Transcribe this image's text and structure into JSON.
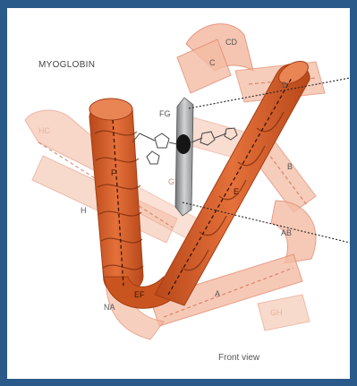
{
  "title": "MYOGLOBIN",
  "caption": "Front view",
  "helix_labels": {
    "CD": "CD",
    "C": "C",
    "D": "D",
    "FG": "FG",
    "HC": "HC",
    "F": "F",
    "G": "G",
    "E": "E",
    "B": "B",
    "H": "H",
    "AB": "AB",
    "EF": "EF",
    "NA": "NA",
    "A": "A",
    "GH": "GH"
  },
  "colors": {
    "frame": "#2a5a8a",
    "background": "#ffffff",
    "helix_front": "#d9622b",
    "helix_front_dark": "#b8481a",
    "helix_back": "#f2b49a",
    "helix_back_dark": "#e0876a",
    "heme": "#a7a9ab",
    "label_text": "#555555"
  }
}
